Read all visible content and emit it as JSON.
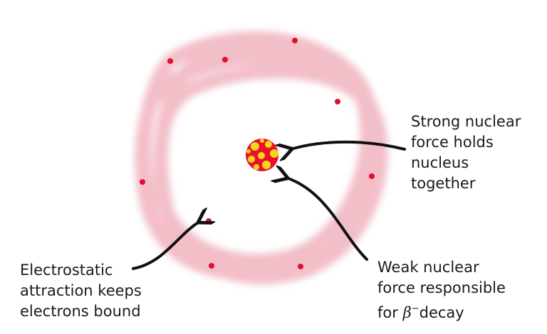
{
  "labels": {
    "strong": [
      "Strong nuclear",
      "force holds",
      "nucleus",
      "together"
    ],
    "electrostatic": [
      "Electrostatic",
      "attraction keeps",
      "electrons bound"
    ],
    "weak": {
      "line1": "Weak nuclear",
      "line2": "force responsible",
      "line3_prefix": "for ",
      "beta": "β",
      "superscript": "−",
      "line3_suffix": "decay"
    }
  },
  "colors": {
    "orbit": "#e8899b",
    "electron": "#e0102a",
    "nucleus_red": "#e8102a",
    "nucleus_yellow": "#f7d51c",
    "arrow": "#111111"
  }
}
